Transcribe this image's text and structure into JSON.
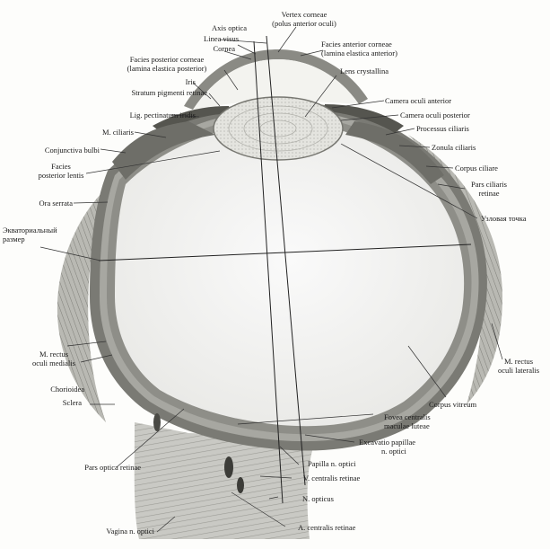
{
  "figure": {
    "labels": {
      "vertex": "Vertex corneae",
      "vertex_sub": "(polus anterior oculi)",
      "axis_optica": "Axis optica",
      "linea_visus": "Linea visus",
      "cornea": "Cornea",
      "fac_ant_corneae": "Facies anterior corneae",
      "fac_ant_corneae_sub": "(lamina elastica anterior)",
      "fac_post_corneae": "Facies posterior corneae",
      "fac_post_corneae_sub": "(lamina elastica posterior)",
      "lens": "Lens crystallina",
      "iris": "Iris",
      "stratum_pigmenti": "Stratum  pigmenti retinae",
      "camera_anterior": "Camera oculi anterior",
      "lig_pectinatum": "Lig. pectinatum iridis",
      "camera_posterior": "Camera oculi posterior",
      "m_ciliaris": "M. ciliaris",
      "processus_ciliaris": "Processus ciliaris",
      "conjunctiva": "Conjunctiva bulbi",
      "zonula": "Zonula ciliaris",
      "facies_post_lentis": "Facies",
      "facies_post_lentis_sub": "posterior  lentis",
      "corpus_ciliare": "Corpus ciliare",
      "pars_ciliaris": "Pars ciliaris",
      "pars_ciliaris_sub": "retinae",
      "ora_serrata": "Ora serrata",
      "uzlovaya": "Узловая точка",
      "ekvator": "Экваториальный",
      "ekvator_sub": "размер",
      "m_rectus_med": "M. rectus",
      "m_rectus_med_sub": "oculi medialis",
      "m_rectus_lat": "M. rectus",
      "m_rectus_lat_sub": "oculi lateralis",
      "chorioidea": "Chorioidea",
      "sclera": "Sclera",
      "corpus_vitreum": "Corpus vitreum",
      "fovea": "Fovea centralis",
      "fovea_sub": "maculae luteae",
      "excavatio": "Excavatio papillae",
      "excavatio_sub": "n. optici",
      "papilla": "Papilla n. optici",
      "pars_optica": "Pars optica retinae",
      "v_centralis": "V. centralis retinae",
      "n_opticus": "N. opticus",
      "vagina": "Vagina n. optici",
      "a_centralis": "A. centralis retinae"
    }
  }
}
